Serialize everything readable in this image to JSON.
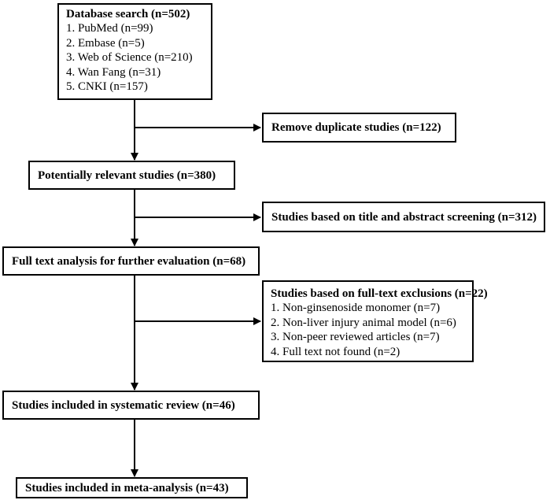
{
  "boxes": {
    "database_search": {
      "title": "Database search (n=502)",
      "items": [
        "1. PubMed (n=99)",
        "2. Embase (n=5)",
        "3. Web of Science (n=210)",
        "4. Wan Fang (n=31)",
        "5. CNKI (n=157)"
      ]
    },
    "remove_duplicates": {
      "title": "Remove duplicate studies (n=122)"
    },
    "potentially_relevant": {
      "title": "Potentially relevant studies (n=380)"
    },
    "title_abstract_screening": {
      "title": "Studies based on title and abstract screening (n=312)"
    },
    "full_text_analysis": {
      "title": "Full text analysis for further evaluation (n=68)"
    },
    "fulltext_exclusions": {
      "title": "Studies based on full-text exclusions (n=22)",
      "items": [
        "1. Non-ginsenoside monomer (n=7)",
        "2. Non-liver injury animal model (n=6)",
        "3. Non-peer reviewed articles (n=7)",
        "4. Full text not found (n=2)"
      ]
    },
    "systematic_review": {
      "title": "Studies included in systematic review (n=46)"
    },
    "meta_analysis": {
      "title": "Studies included in meta-analysis (n=43)"
    }
  }
}
